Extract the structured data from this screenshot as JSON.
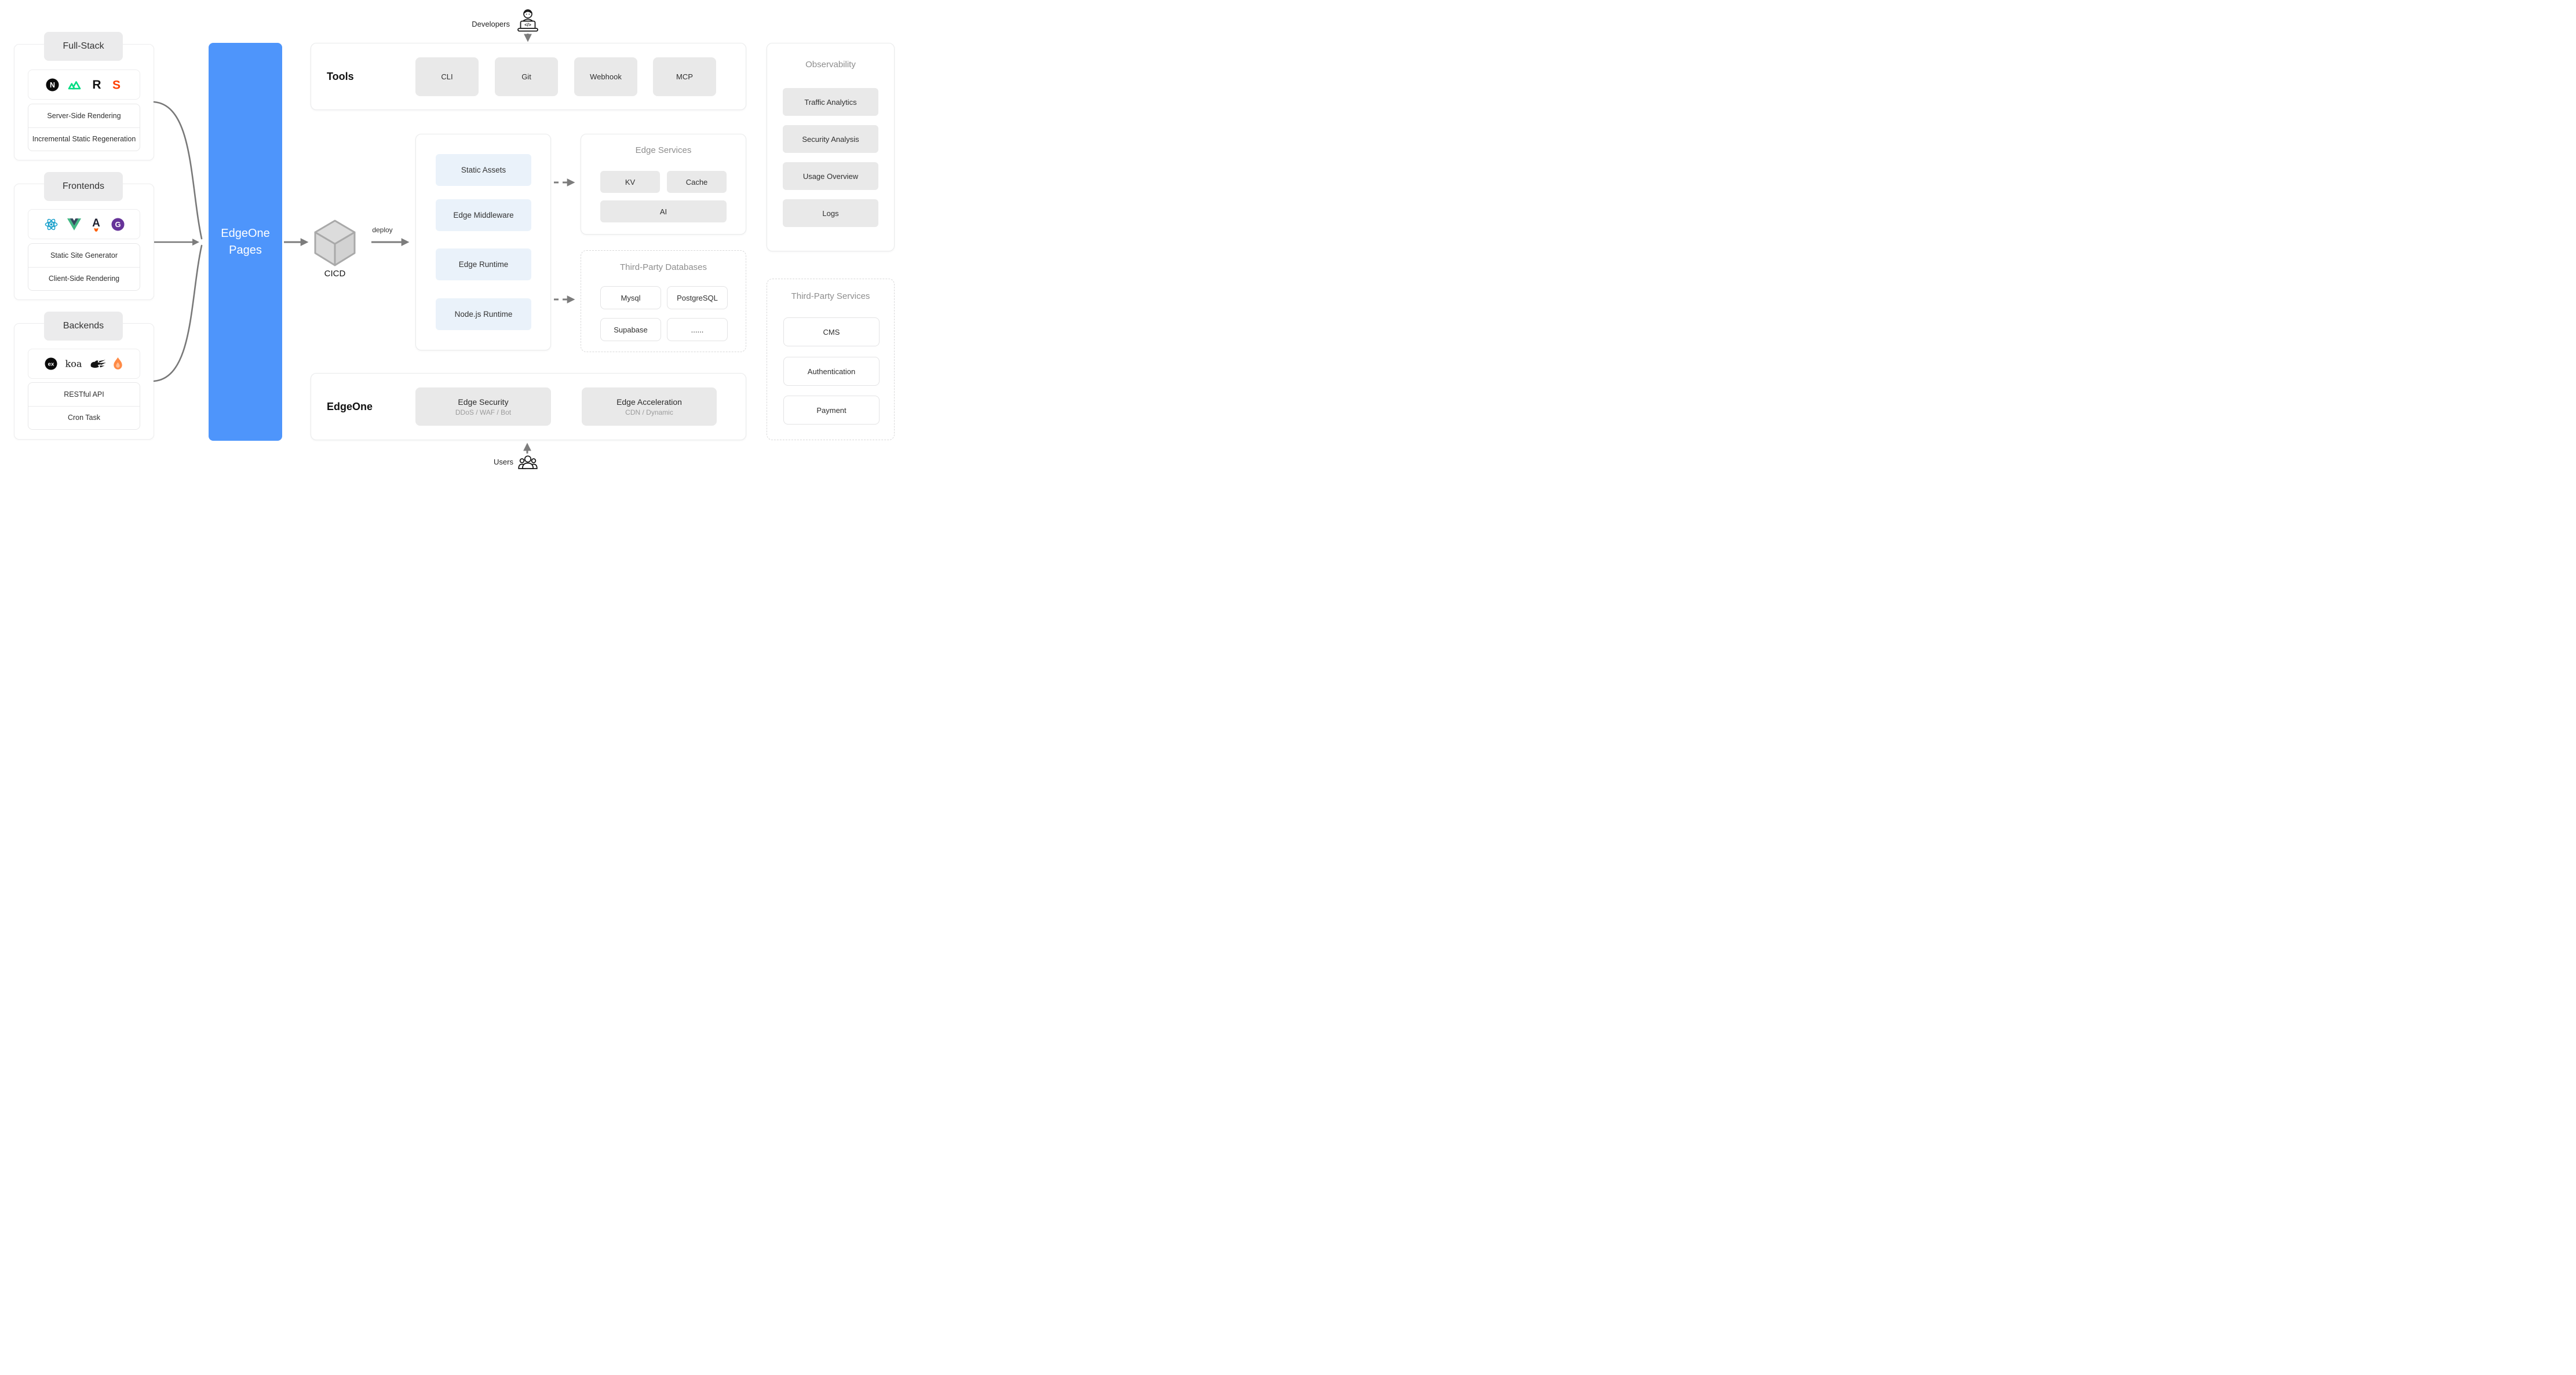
{
  "colors": {
    "accent_blue": "#4E95FB",
    "chip_gray": "#E9E9E9",
    "chip_light_blue": "#EAF2FA",
    "arrow_gray": "#7C7C7C",
    "title_gray": "#8E8E8E",
    "nuxt_green": "#00DC82",
    "svelte_orange": "#FF3E00",
    "react_blue": "#149ECA",
    "vue_green": "#42B883",
    "astro_orange": "#FF5D01",
    "gatsby_purple": "#663399",
    "hono_orange": "#FF8A45"
  },
  "left_groups": [
    {
      "tag": "Full-Stack",
      "icons": [
        "nextjs-icon",
        "nuxt-icon",
        "remix-icon",
        "svelte-icon"
      ],
      "items": [
        "Server-Side Rendering",
        "Incremental Static Regeneration"
      ]
    },
    {
      "tag": "Frontends",
      "icons": [
        "react-icon",
        "vue-icon",
        "astro-icon",
        "gatsby-icon"
      ],
      "items": [
        "Static Site Generator",
        "Client-Side Rendering"
      ]
    },
    {
      "tag": "Backends",
      "icons": [
        "express-icon",
        "koa-icon",
        "panther-icon",
        "hono-flame-icon"
      ],
      "items": [
        "RESTful API",
        "Cron Task"
      ]
    }
  ],
  "edgeone_pages": {
    "line1": "EdgeOne",
    "line2": "Pages"
  },
  "cicd": {
    "label": "CICD",
    "deploy_label": "deploy"
  },
  "developers": {
    "label": "Developers",
    "icon": "developer-at-laptop-icon"
  },
  "users": {
    "label": "Users",
    "icon": "user-group-icon"
  },
  "tools": {
    "label": "Tools",
    "chips": [
      "CLI",
      "Git",
      "Webhook",
      "MCP"
    ]
  },
  "runtime": {
    "chips": [
      "Static Assets",
      "Edge Middleware",
      "Edge Runtime",
      "Node.js Runtime"
    ]
  },
  "edge_services": {
    "title": "Edge Services",
    "chips": [
      "KV",
      "Cache",
      "AI"
    ]
  },
  "third_party_databases": {
    "title": "Third-Party Databases",
    "chips": [
      "Mysql",
      "PostgreSQL",
      "Supabase",
      "......"
    ]
  },
  "observability": {
    "title": "Observability",
    "chips": [
      "Traffic Analytics",
      "Security Analysis",
      "Usage Overview",
      "Logs"
    ]
  },
  "third_party_services": {
    "title": "Third-Party Services",
    "chips": [
      "CMS",
      "Authentication",
      "Payment"
    ]
  },
  "edgeone": {
    "label": "EdgeOne",
    "chips": [
      {
        "title": "Edge Security",
        "subtitle": "DDoS / WAF / Bot"
      },
      {
        "title": "Edge Acceleration",
        "subtitle": "CDN / Dynamic"
      }
    ]
  },
  "icon_glyphs": {
    "nextjs": "N",
    "remix": "R",
    "svelte": "S",
    "gatsby": "G",
    "express": "ex",
    "koa": "koa",
    "laptop_code": "</>"
  }
}
